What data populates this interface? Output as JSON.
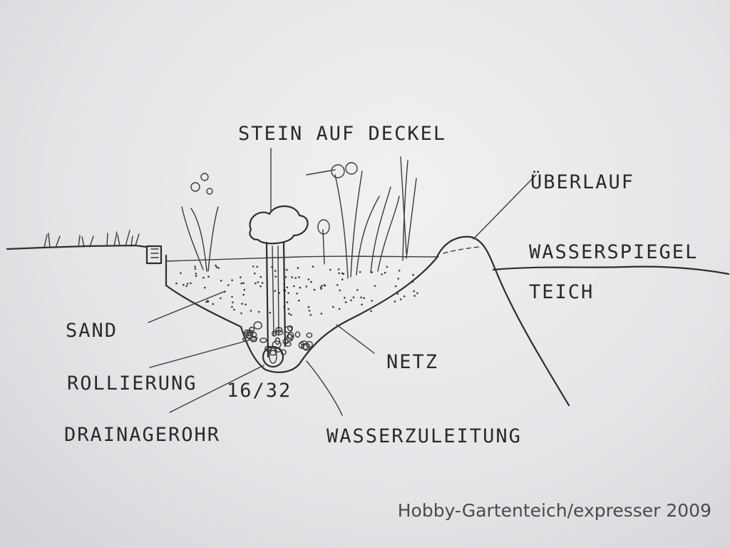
{
  "labels": {
    "stein": "STEIN AUF DECKEL",
    "ueberlauf": "ÜBERLAUF",
    "wasserspiegel": "WASSERSPIEGEL",
    "teich": "TEICH",
    "sand": "SAND",
    "netz": "NETZ",
    "rollierung": "ROLLIERUNG",
    "koernung": "16/32",
    "drainagerohr": "DRAINAGEROHR",
    "wasserzuleitung": "WASSERZULEITUNG"
  },
  "credit": "Hobby-Gartenteich/expresser 2009"
}
